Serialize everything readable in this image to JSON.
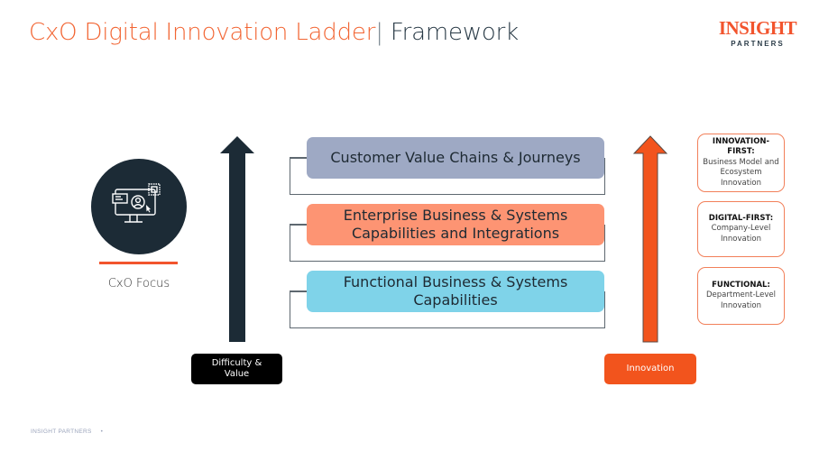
{
  "header": {
    "title_accent": "CxO Digital Innovation Ladder",
    "title_separator": "|",
    "title_rest": " Framework"
  },
  "logo": {
    "main": "INSIGHT",
    "sub": "PARTNERS"
  },
  "focus": {
    "icon": "computer-user-icon",
    "label": "CxO Focus"
  },
  "left_axis": {
    "label_line1": "Difficulty &",
    "label_line2": "Value",
    "color": "#1c2b36"
  },
  "right_axis": {
    "label": "Innovation",
    "color": "#f2541d"
  },
  "layers": [
    {
      "text": "Customer Value Chains & Journeys",
      "color": "#9ea9c4"
    },
    {
      "text": "Enterprise Business & Systems Capabilities and Integrations",
      "color": "#fd9473"
    },
    {
      "text": "Functional Business & Systems Capabilities",
      "color": "#7fd3e9"
    }
  ],
  "levels": [
    {
      "head": "INNOVATION-FIRST",
      "desc": "Business Model and Ecosystem Innovation"
    },
    {
      "head": "DIGITAL-FIRST",
      "desc": "Company-Level Innovation"
    },
    {
      "head": "FUNCTIONAL",
      "desc": "Department-Level Innovation"
    }
  ],
  "footer": {
    "brand": "INSIGHT PARTNERS",
    "dot": "•"
  }
}
